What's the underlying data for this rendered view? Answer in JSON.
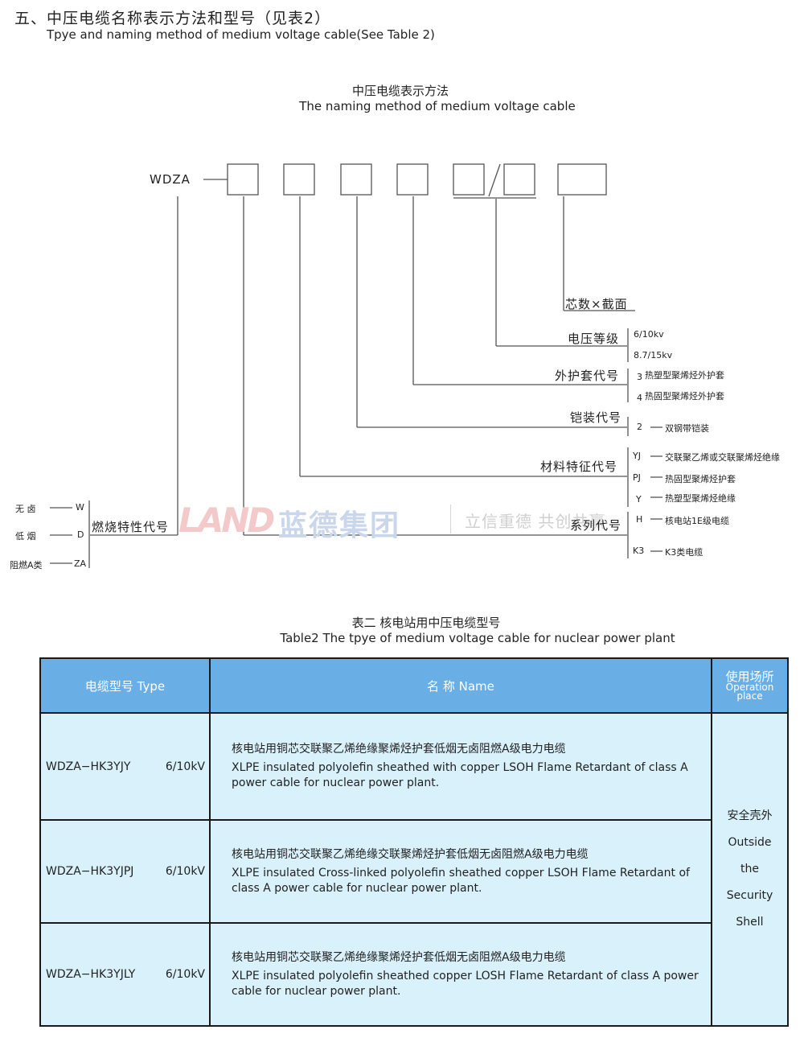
{
  "heading": {
    "cn": "五、中压电缆名称表示方法和型号（见表2）",
    "en": "Tpye and naming method of medium voltage cable(See Table 2)"
  },
  "naming": {
    "title_cn": "中压电缆表示方法",
    "title_en": "The naming method of medium voltage cable",
    "prefix": "WDZA",
    "core_section": "芯数×截面",
    "voltage": {
      "label": "电压等级",
      "opt1": "6/10kv",
      "opt2": "8.7/15kv"
    },
    "sheath": {
      "label": "外护套代号",
      "opt1_code": "3",
      "opt1_text": "热塑型聚烯烃外护套",
      "opt2_code": "4",
      "opt2_text": "热固型聚烯烃外护套"
    },
    "armor": {
      "label": "铠装代号",
      "code": "2",
      "text": "双钢带铠装"
    },
    "material": {
      "label": "材料特征代号",
      "opt1_code": "YJ",
      "opt1_text": "交联聚乙烯或交联聚烯烃绝缘",
      "opt2_code": "PJ",
      "opt2_text": "热固型聚烯烃护套",
      "opt3_code": "Y",
      "opt3_text": "热塑型聚烯烃绝缘"
    },
    "series": {
      "label": "系列代号",
      "opt1_code": "H",
      "opt1_text": "核电站1E级电缆",
      "opt2_code": "K3",
      "opt2_text": "K3类电缆"
    },
    "burn": {
      "label": "燃烧特性代号",
      "opt1_text": "无 卤",
      "opt1_code": "W",
      "opt2_text": "低 烟",
      "opt2_code": "D",
      "opt3_text": "阻燃A类",
      "opt3_code": "ZA"
    }
  },
  "watermark": {
    "logo": "LAND",
    "brand": "蓝德集团",
    "slogan": "立信重德  共创共赢"
  },
  "table": {
    "caption_cn": "表二 核电站用中压电缆型号",
    "caption_en": "Table2 The  tpye of medium voltage cable for nuclear power plant",
    "headers": {
      "type": "电缆型号  Type",
      "name": "名        称  Name",
      "use_cn": "使用场所",
      "use_en": "Operation place"
    },
    "rows": [
      {
        "type": "WDZA−HK3YJY",
        "volt": "6/10kV",
        "name_cn": "核电站用铜芯交联聚乙烯绝缘聚烯烃护套低烟无卤阻燃A级电力电缆",
        "name_en": "XLPE insulated   polyolefin sheathed with copper LSOH Flame Retardant  of class A power cable for nuclear power plant."
      },
      {
        "type": "WDZA−HK3YJPJ",
        "volt": "6/10kV",
        "name_cn": "核电站用铜芯交联聚乙烯绝缘交联聚烯烃护套低烟无卤阻燃A级电力电缆",
        "name_en": "XLPE insulated Cross-linked polyolefin   sheathed copper LSOH Flame Retardant  of class A power cable for nuclear power plant."
      },
      {
        "type": "WDZA−HK3YJLY",
        "volt": "6/10kV",
        "name_cn": "核电站用铜芯交联聚乙烯绝缘聚烯烃护套低烟无卤阻燃A级电力电缆",
        "name_en": "XLPE insulated  polyolefin sheathed copper  LOSH Flame Retardant of class A  power  cable for nuclear power plant."
      }
    ],
    "use": {
      "cn": "安全壳外",
      "en1": "Outside",
      "en2": "the",
      "en3": "Security",
      "en4": "Shell"
    }
  }
}
